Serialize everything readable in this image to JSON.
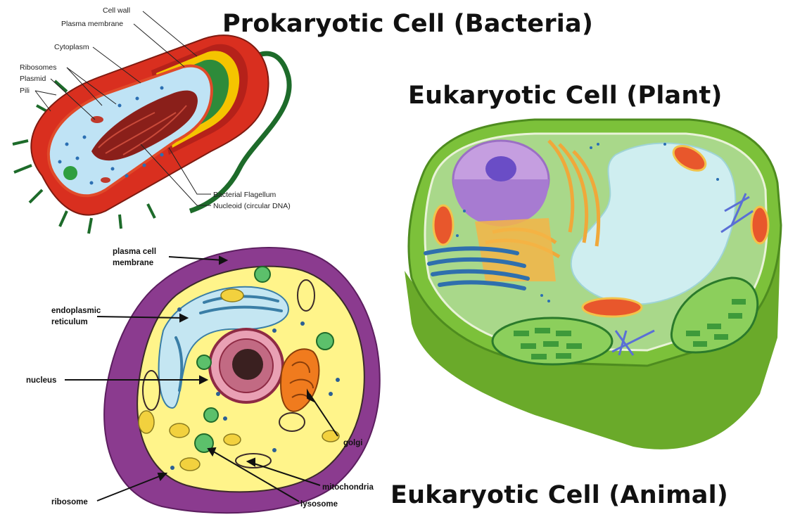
{
  "titles": {
    "prokaryotic": "Prokaryotic Cell (Bacteria)",
    "plant": "Eukaryotic Cell (Plant)",
    "animal": "Eukaryotic Cell (Animal)"
  },
  "bacteria_labels": {
    "cell_wall": "Cell wall",
    "plasma_membrane": "Plasma membrane",
    "cytoplasm": "Cytoplasm",
    "ribosomes": "Ribosomes",
    "plasmid": "Plasmid",
    "pili": "Pili",
    "flagellum": "Bacterial Flagellum",
    "nucleoid": "Nucleoid (circular DNA)"
  },
  "animal_labels": {
    "plasma_membrane_1": "plasma cell",
    "plasma_membrane_2": "membrane",
    "er_1": "endoplasmic",
    "er_2": "reticulum",
    "nucleus": "nucleus",
    "golgi": "golgi",
    "mitochondria": "mitochondria",
    "ribosome": "ribosome",
    "lysosome": "lysosome"
  },
  "colors": {
    "bacteria_wall": "#d92f1f",
    "bacteria_membrane": "#f5c400",
    "bacteria_cytoplasm": "#bfe3f5",
    "plant_wall": "#7cc13a",
    "plant_cytoplasm": "#a9d88a",
    "vacuole": "#cfeef0",
    "animal_membrane": "#8b3b8f",
    "animal_cytoplasm": "#fff48a"
  }
}
